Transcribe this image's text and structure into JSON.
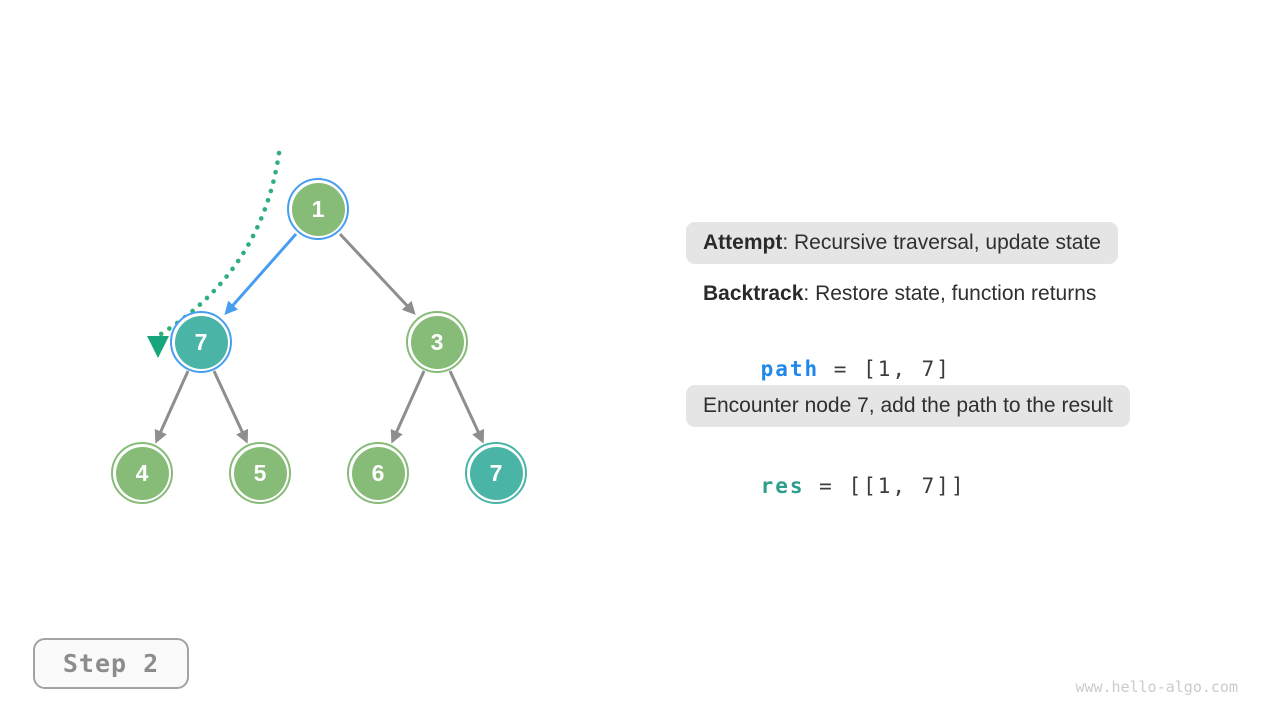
{
  "colors": {
    "node_green": "#87BB78",
    "node_teal": "#4AB5A6",
    "highlight_blue": "#479EF0",
    "edge_gray": "#8E8E8E",
    "trace_green": "#30AE7C",
    "trace_arrow_green": "#17A57C",
    "bubble_bg": "#E5E5E5",
    "code_blue": "#2088E8",
    "code_teal": "#2E9E8C"
  },
  "tree": {
    "nodes": [
      {
        "id": "root",
        "label": "1"
      },
      {
        "id": "left-child",
        "label": "7"
      },
      {
        "id": "right-child",
        "label": "3"
      },
      {
        "id": "leaf-1",
        "label": "4"
      },
      {
        "id": "leaf-2",
        "label": "5"
      },
      {
        "id": "leaf-3",
        "label": "6"
      },
      {
        "id": "leaf-4",
        "label": "7"
      }
    ]
  },
  "panel": {
    "attempt": {
      "label": "Attempt",
      "rest": ": Recursive traversal, update state"
    },
    "backtrack": {
      "label": "Backtrack",
      "rest": ": Restore state, function returns"
    },
    "path_line": {
      "name": "path",
      "eq": " = ",
      "value": "[1, 7]"
    },
    "encounter_note": "Encounter node 7, add the path to the result",
    "res_line": {
      "name": "res",
      "eq": " = ",
      "value": "[[1, 7]]"
    }
  },
  "footer": {
    "step_label": "Step 2",
    "watermark": "www.hello-algo.com"
  }
}
